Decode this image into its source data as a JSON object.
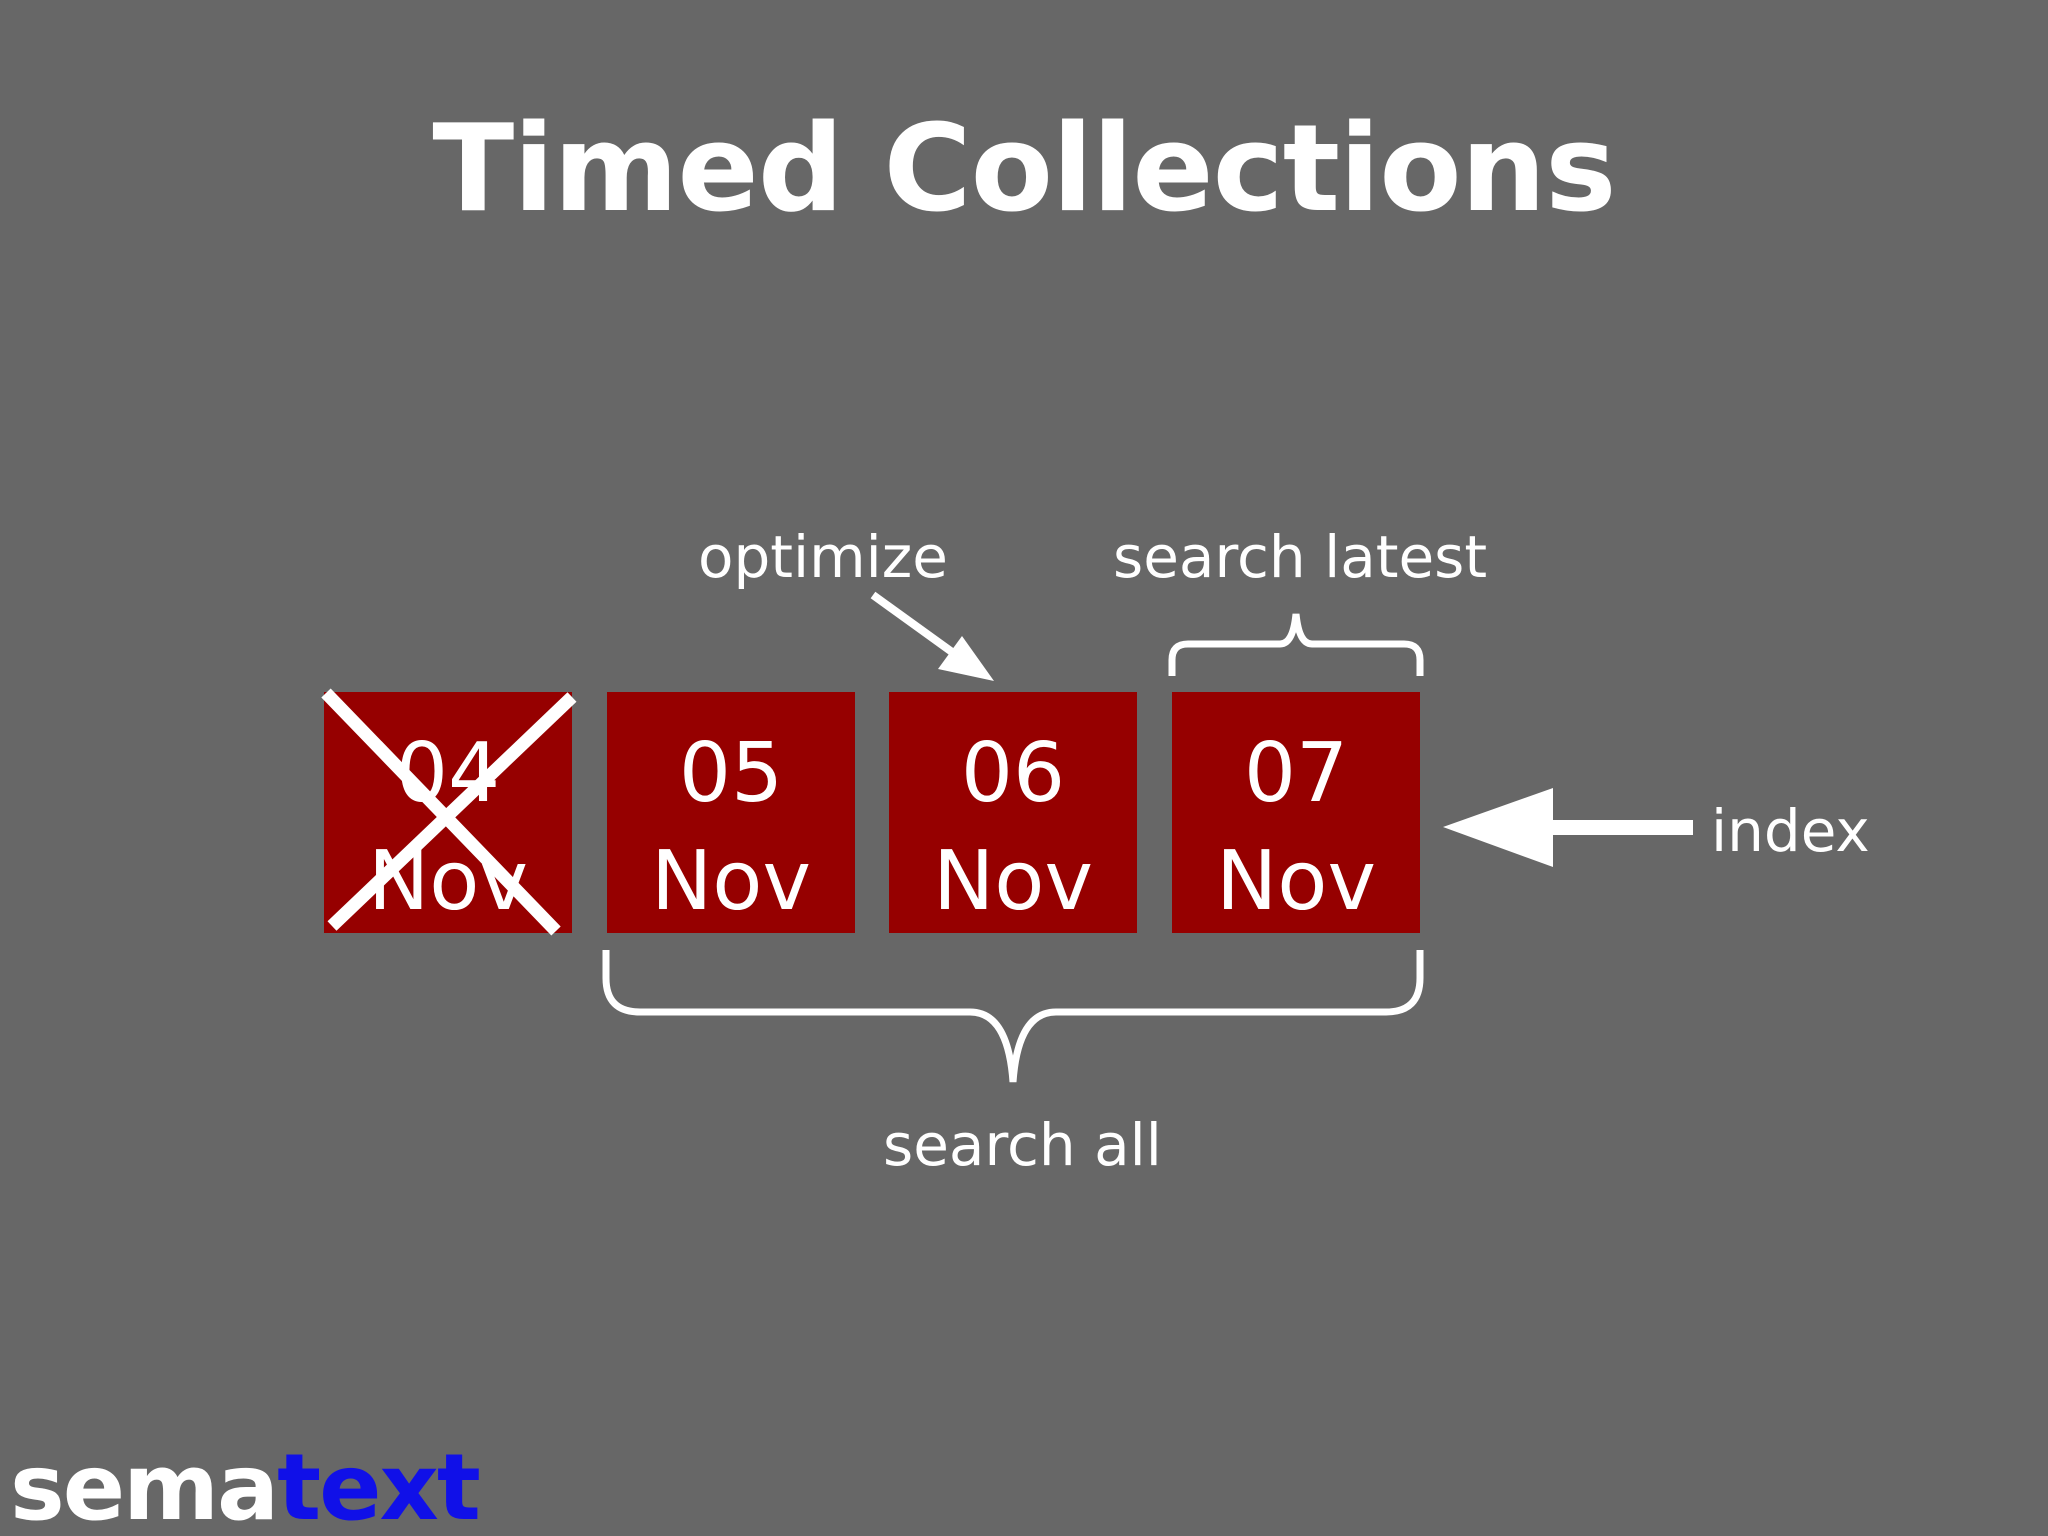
{
  "slide": {
    "title": "Timed Collections",
    "labels": {
      "optimize": "optimize",
      "search_latest": "search latest",
      "index": "index",
      "search_all": "search all"
    },
    "collections": [
      {
        "day": "04",
        "month": "Nov",
        "deleted": true
      },
      {
        "day": "05",
        "month": "Nov",
        "deleted": false
      },
      {
        "day": "06",
        "month": "Nov",
        "deleted": false
      },
      {
        "day": "07",
        "month": "Nov",
        "deleted": false
      }
    ],
    "colors": {
      "background": "#676767",
      "collection": "#960000",
      "foreground": "#ffffff",
      "logo_accent": "#1010e8"
    },
    "logo": {
      "part1": "sema",
      "part2": "text"
    }
  }
}
